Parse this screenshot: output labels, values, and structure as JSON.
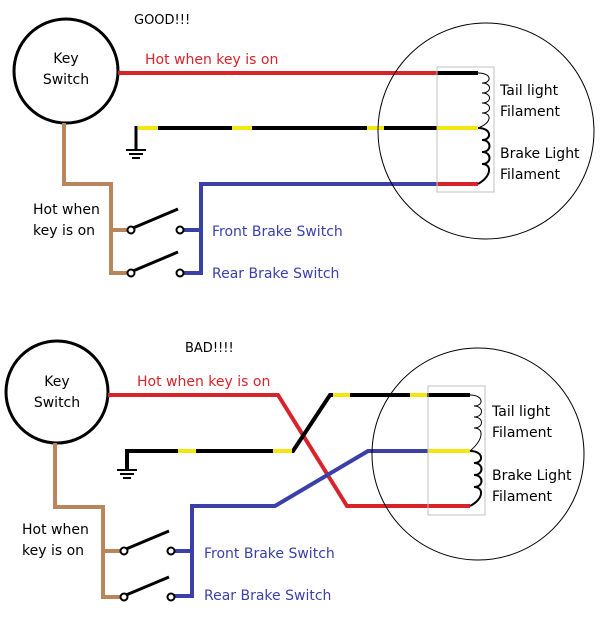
{
  "good": {
    "heading": "GOOD!!!",
    "key_switch": [
      "Key",
      "Switch"
    ],
    "hot_key_on_wire": "Hot when key is on",
    "hot_key_on_side": [
      "Hot when",
      "key is on"
    ],
    "front_brake_switch": "Front Brake Switch",
    "rear_brake_switch": "Rear Brake Switch",
    "tail_light": [
      "Tail light",
      "Filament"
    ],
    "brake_light": [
      "Brake Light",
      "Filament"
    ]
  },
  "bad": {
    "heading": "BAD!!!!",
    "key_switch": [
      "Key",
      "Switch"
    ],
    "hot_key_on_wire": "Hot when key is on",
    "hot_key_on_side": [
      "Hot when",
      "key is on"
    ],
    "front_brake_switch": "Front Brake Switch",
    "rear_brake_switch": "Rear Brake Switch",
    "tail_light": [
      "Tail light",
      "Filament"
    ],
    "brake_light": [
      "Brake Light",
      "Filament"
    ]
  },
  "colors": {
    "red_wire": "#d8232a",
    "blue_wire": "#3a40a8",
    "brown_wire": "#b8865a",
    "black_wire": "#000000",
    "yellow_stripe": "#f5e60f"
  }
}
